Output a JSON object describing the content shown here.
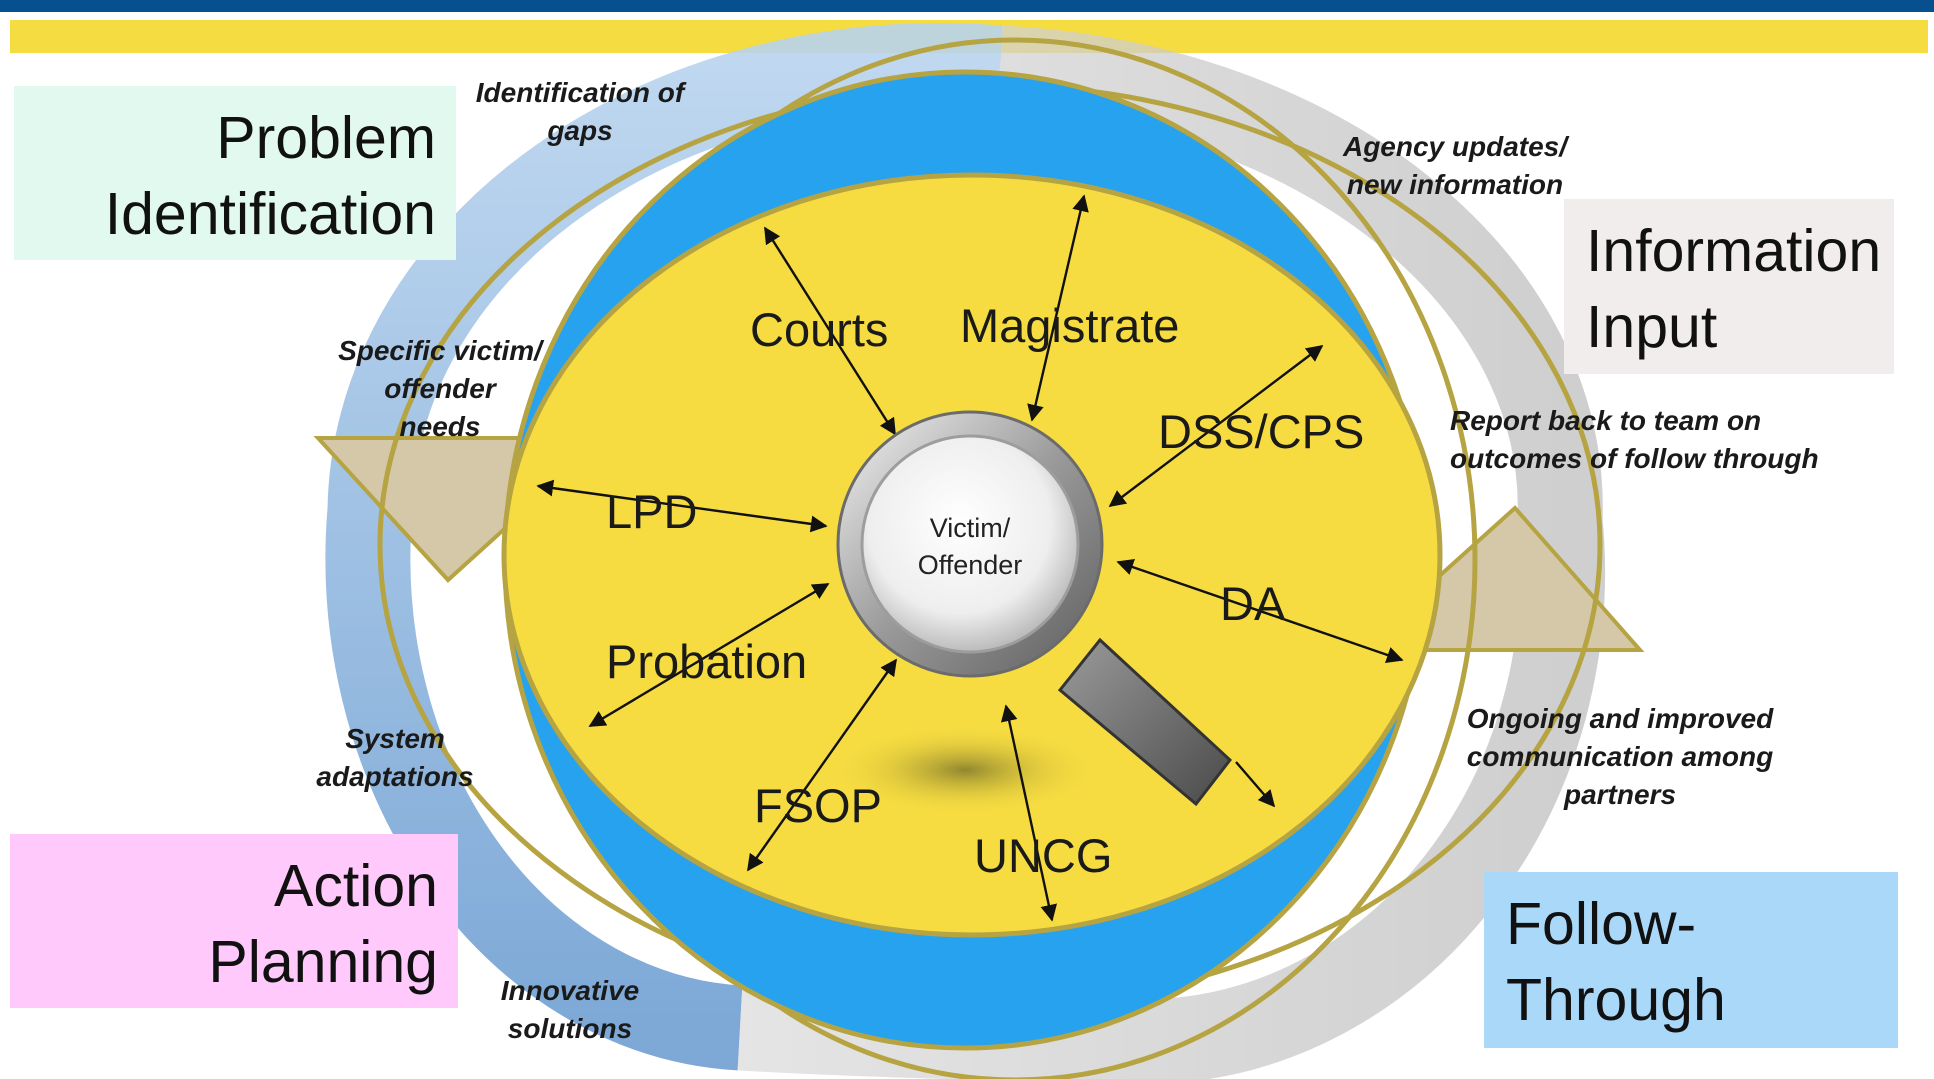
{
  "header": {
    "top_bar_color": "#06508f",
    "accent_bar_color": "#f5dc41"
  },
  "stages": {
    "problem_identification": "Problem\nIdentification",
    "information_input": "Information\nInput",
    "action_planning": "Action\nPlanning",
    "follow_through": "Follow-\nThrough"
  },
  "cycle_notes": {
    "identification_of_gaps": "Identification of\ngaps",
    "agency_updates": "Agency updates/\nnew information",
    "specific_needs": "Specific victim/\noffender\nneeds",
    "report_back": "Report back to team on\noutcomes of follow through",
    "system_adaptations": "System\nadaptations",
    "ongoing_communication": "Ongoing and improved\ncommunication among\npartners",
    "innovative_solutions": "Innovative\nsolutions"
  },
  "partners": {
    "courts": "Courts",
    "magistrate": "Magistrate",
    "dss_cps": "DSS/CPS",
    "lpd": "LPD",
    "da": "DA",
    "probation": "Probation",
    "fsop": "FSOP",
    "uncg": "UNCG"
  },
  "center": {
    "label": "Victim/\nOffender",
    "icon": "magnifying-glass-icon"
  },
  "colors": {
    "ellipse_fill": "#f6dc41",
    "ring_blue": "#27a2ee",
    "outline_gold": "#b6a342"
  }
}
